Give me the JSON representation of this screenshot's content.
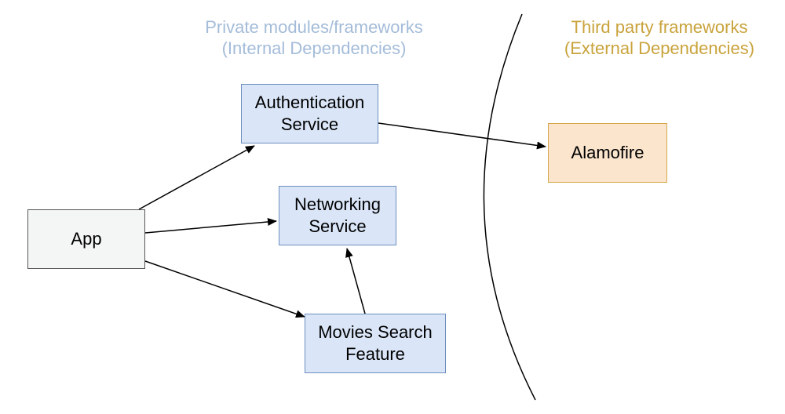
{
  "headings": {
    "internal": {
      "line1": "Private modules/frameworks",
      "line2": "(Internal Dependencies)",
      "color": "#a4bcd9"
    },
    "external": {
      "line1": "Third party frameworks",
      "line2": "(External Dependencies)",
      "color": "#c9a33c"
    }
  },
  "nodes": {
    "app": {
      "lines": [
        "App"
      ],
      "fill": "#f4f5f5",
      "stroke": "#555555"
    },
    "auth": {
      "lines": [
        "Authentication",
        "Service"
      ],
      "fill": "#dae6f8",
      "stroke": "#6c8ebf"
    },
    "networking": {
      "lines": [
        "Networking",
        "Service"
      ],
      "fill": "#dae6f8",
      "stroke": "#6c8ebf"
    },
    "movies": {
      "lines": [
        "Movies Search",
        "Feature"
      ],
      "fill": "#dae6f8",
      "stroke": "#6c8ebf"
    },
    "alamofire": {
      "lines": [
        "Alamofire"
      ],
      "fill": "#fbe5cd",
      "stroke": "#d6a64a"
    }
  },
  "edges": [
    {
      "from": "App",
      "to": "Authentication Service"
    },
    {
      "from": "App",
      "to": "Networking Service"
    },
    {
      "from": "App",
      "to": "Movies Search Feature"
    },
    {
      "from": "Movies Search Feature",
      "to": "Networking Service"
    },
    {
      "from": "Authentication Service",
      "to": "Alamofire"
    }
  ],
  "colors": {
    "edge": "#000000",
    "boundary": "#000000"
  }
}
